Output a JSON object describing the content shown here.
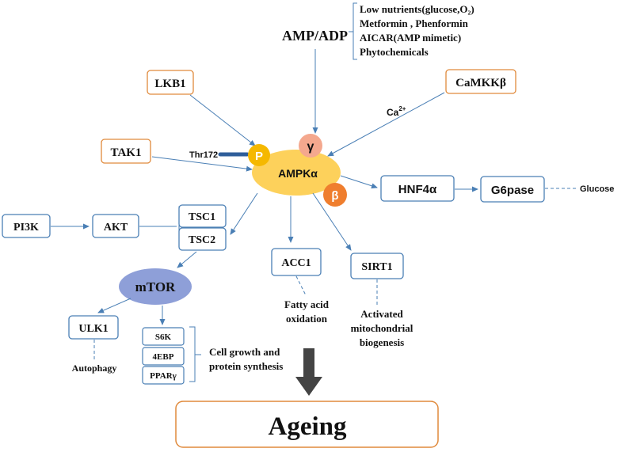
{
  "colors": {
    "blue_border": "#4a7fb5",
    "orange_border": "#e08a3c",
    "arrow": "#4a7fb5",
    "ampk_fill": "#fdd15b",
    "p_fill": "#f5b800",
    "gamma_fill": "#f4a88e",
    "beta_fill": "#ef7e2e",
    "mtor_fill": "#8e9fd8",
    "big_arrow": "#444444"
  },
  "activators": {
    "amp_adp": "AMP/ADP",
    "list": [
      "Low nutrients(glucose,O₂)",
      "Metformin , Phenformin",
      "AICAR(AMP mimetic)",
      "Phytochemicals"
    ]
  },
  "upstream": {
    "lkb1": "LKB1",
    "tak1": "TAK1",
    "camkkb": "CaMKKβ",
    "ca2_base": "Ca",
    "ca2_sup": "2+"
  },
  "ampk": {
    "alpha": "AMPKα",
    "p": "P",
    "gamma": "γ",
    "beta": "β",
    "thr172": "Thr172"
  },
  "glucose_path": {
    "hnf4a": "HNF4α",
    "g6pase": "G6pase",
    "glucose": "Glucose"
  },
  "mtor_path": {
    "pi3k": "PI3K",
    "akt": "AKT",
    "tsc1": "TSC1",
    "tsc2": "TSC2",
    "mtor": "mTOR",
    "ulk1": "ULK1",
    "autophagy": "Autophagy",
    "s6k": "S6K",
    "4ebp": "4EBP",
    "ppar": "PPARγ",
    "cell_growth_1": "Cell growth and",
    "cell_growth_2": "protein synthesis"
  },
  "acc_path": {
    "acc1": "ACC1",
    "fatty_1": "Fatty acid",
    "fatty_2": "oxidation"
  },
  "sirt_path": {
    "sirt1": "SIRT1",
    "act_1": "Activated",
    "act_2": "mitochondrial",
    "act_3": "biogenesis"
  },
  "outcome": {
    "ageing": "Ageing"
  }
}
